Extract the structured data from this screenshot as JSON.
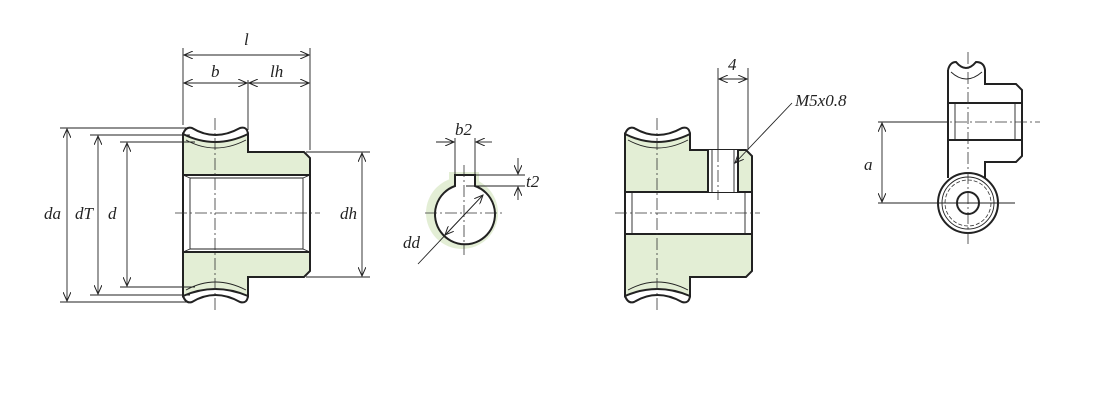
{
  "colors": {
    "fill": "#e3eed5",
    "line": "#222222"
  },
  "view1": {
    "l": "l",
    "b": "b",
    "lh": "l",
    "lh_sub": "h",
    "da": "d",
    "da_sub": "a",
    "dT": "d",
    "dT_sub": "T",
    "d": "d",
    "dh": "d",
    "dh_sub": "h"
  },
  "view2": {
    "b2": "b2",
    "t2": "t2",
    "dd": "d",
    "dd_sub": "d"
  },
  "view3": {
    "width": "4",
    "thread": "M5x0.8"
  },
  "view4": {
    "a": "a"
  }
}
